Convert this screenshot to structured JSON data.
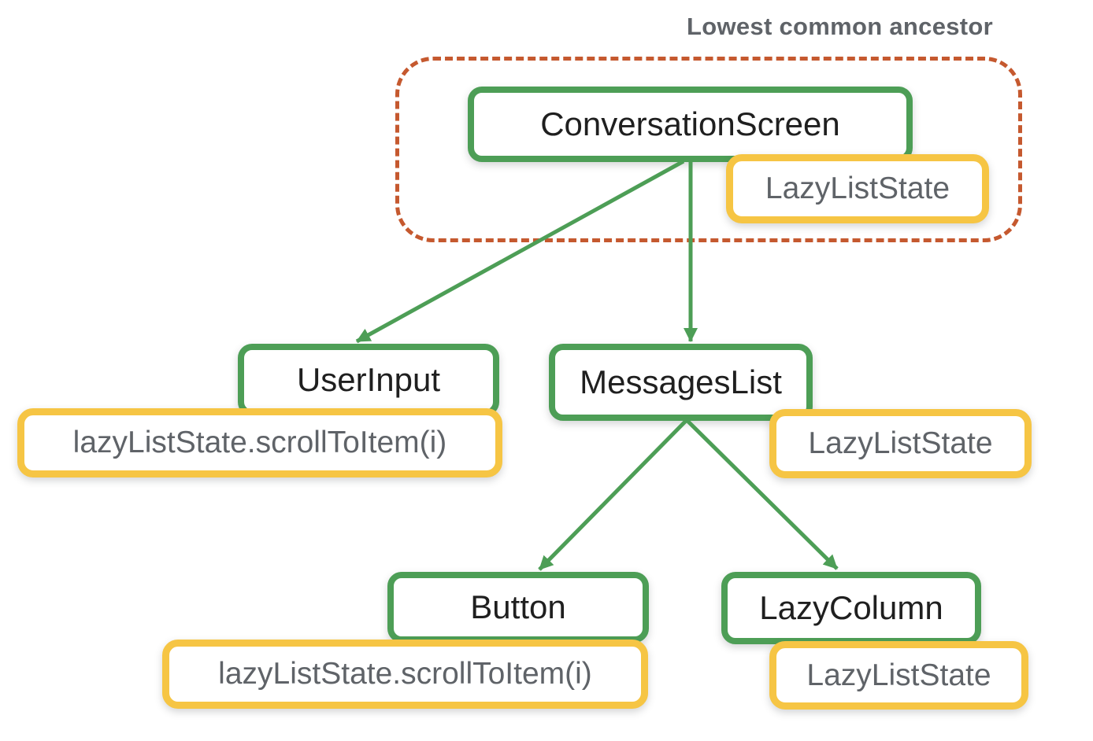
{
  "diagram": {
    "caption": "Lowest common ancestor",
    "colors": {
      "green": "#4d9e56",
      "yellow": "#f6c544",
      "dash": "#c5592f",
      "ink": "#1f1f1f",
      "muted": "#5f6368",
      "bg": "#ffffff"
    },
    "tree_nodes": [
      {
        "id": "conversation-screen",
        "label": "ConversationScreen"
      },
      {
        "id": "user-input",
        "label": "UserInput"
      },
      {
        "id": "messages-list",
        "label": "MessagesList"
      },
      {
        "id": "button",
        "label": "Button"
      },
      {
        "id": "lazy-column",
        "label": "LazyColumn"
      }
    ],
    "state_badges": [
      {
        "id": "lca-state",
        "label": "LazyListState",
        "attached_to": "ConversationScreen"
      },
      {
        "id": "user-input-call",
        "label": "lazyListState.scrollToItem(i)",
        "attached_to": "UserInput"
      },
      {
        "id": "messages-list-state",
        "label": "LazyListState",
        "attached_to": "MessagesList"
      },
      {
        "id": "button-call",
        "label": "lazyListState.scrollToItem(i)",
        "attached_to": "Button"
      },
      {
        "id": "lazy-column-state",
        "label": "LazyListState",
        "attached_to": "LazyColumn"
      }
    ],
    "edges": [
      {
        "from": "ConversationScreen",
        "to": "UserInput"
      },
      {
        "from": "ConversationScreen",
        "to": "MessagesList"
      },
      {
        "from": "MessagesList",
        "to": "Button"
      },
      {
        "from": "MessagesList",
        "to": "LazyColumn"
      }
    ]
  }
}
